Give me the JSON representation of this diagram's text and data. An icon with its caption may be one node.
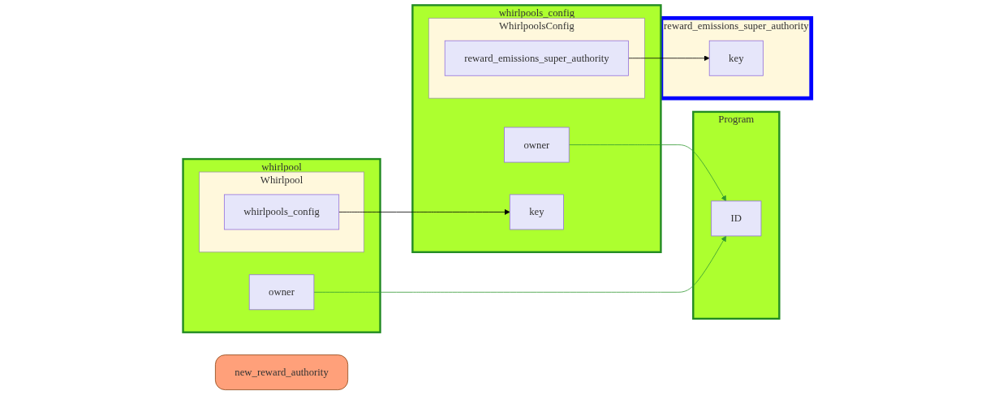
{
  "diagram": {
    "nodes": [
      {
        "text": [
          "new_reward_authority"
        ]
      },
      {
        "text": [
          "whirlpool"
        ]
      },
      {
        "text": [
          "owner"
        ],
        "in": 1
      },
      {
        "text": [
          "Whirlpool"
        ],
        "in": 1
      },
      {
        "text": [
          "whirlpools_config"
        ],
        "in": 3
      },
      {
        "text": [
          "whirlpools_config"
        ]
      },
      {
        "text": [
          "owner"
        ],
        "in": 5
      },
      {
        "text": [
          "key"
        ],
        "in": 5
      },
      {
        "text": [
          "WhirlpoolsConfig"
        ],
        "in": 5
      },
      {
        "text": [
          "reward_emissions_super_authority"
        ],
        "in": 8
      },
      {
        "text": [
          "Program"
        ]
      },
      {
        "text": [
          "ID"
        ],
        "in": 10
      },
      {
        "text": [
          "reward_emissions_super_authority"
        ]
      },
      {
        "text": [
          "key"
        ],
        "in": 12
      }
    ],
    "edges": [
      {
        "from": 2,
        "to": 11,
        "arrow": "to",
        "color": "#339933"
      },
      {
        "from": 6,
        "to": 11,
        "arrow": "to",
        "color": "#339933"
      },
      {
        "from": 4,
        "to": 7,
        "arrow": "to",
        "color": "#000000"
      },
      {
        "from": 9,
        "to": 13,
        "arrow": "to",
        "color": "#000000"
      }
    ]
  }
}
